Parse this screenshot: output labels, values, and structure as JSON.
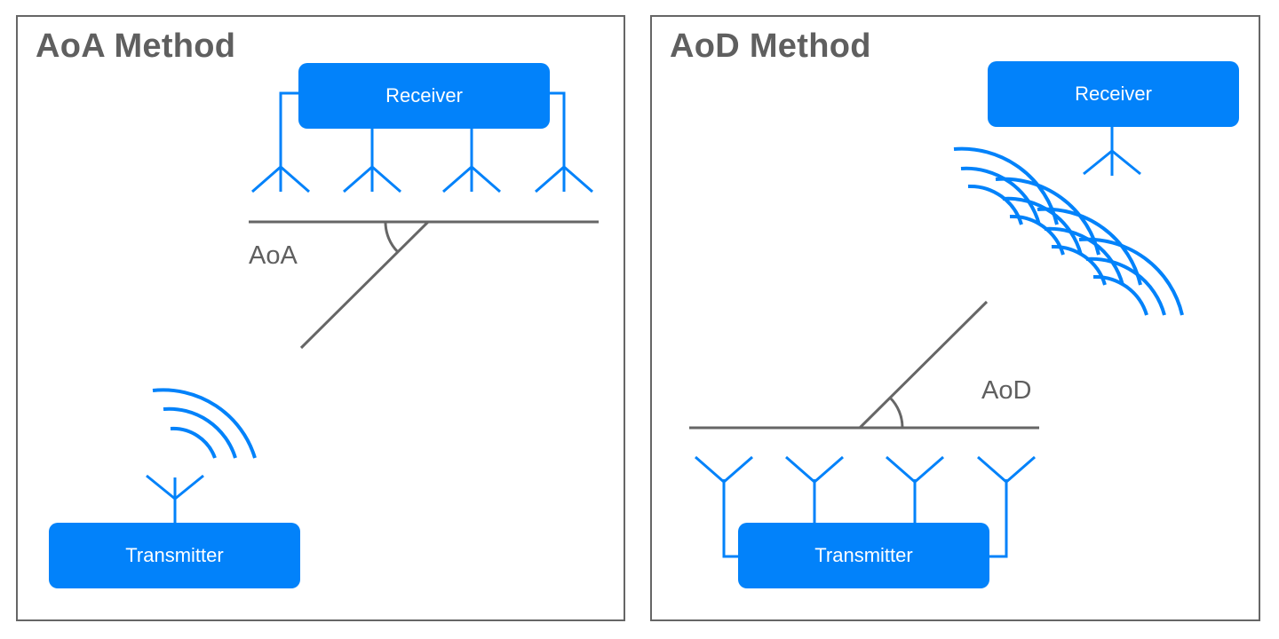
{
  "panels": {
    "aoa": {
      "title": "AoA Method",
      "receiver_label": "Receiver",
      "transmitter_label": "Transmitter",
      "angle_label": "AoA"
    },
    "aod": {
      "title": "AoD Method",
      "receiver_label": "Receiver",
      "transmitter_label": "Transmitter",
      "angle_label": "AoD"
    }
  },
  "colors": {
    "accent_blue": "#0282fa",
    "line_gray": "#666666",
    "title_gray": "#5f5f5f"
  },
  "icons": [
    "antenna-icon",
    "signal-wave-icon",
    "angle-arc-icon"
  ]
}
